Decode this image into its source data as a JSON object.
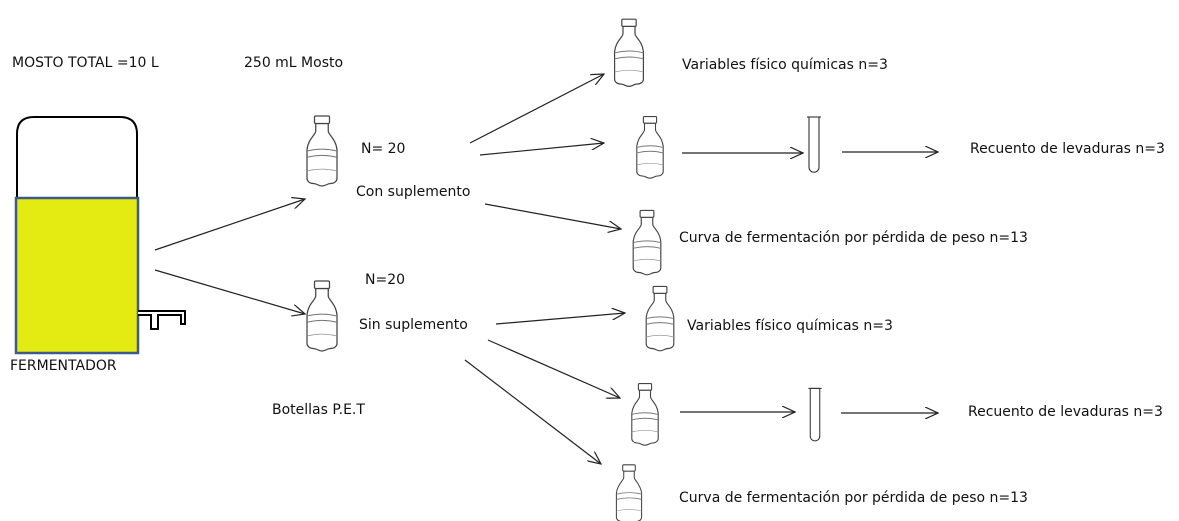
{
  "labels": {
    "mosto_total": "MOSTO TOTAL =10 L",
    "volume": "250 mL Mosto",
    "fermenter": "FERMENTADOR",
    "bottles": "Botellas P.E.T",
    "group1": {
      "count": "N= 20",
      "name": "Con suplemento"
    },
    "group2": {
      "count": "N=20",
      "name": "Sin suplemento"
    },
    "outputs1": {
      "physchem": "Variables físico químicas n=3",
      "yeast": "Recuento de levaduras n=3",
      "curve": "Curva de fermentación por pérdida de peso n=13"
    },
    "outputs2": {
      "physchem": "Variables físico químicas  n=3",
      "yeast": "Recuento de levaduras n=3",
      "curve": "Curva de fermentación por pérdida de peso n=13"
    }
  },
  "colors": {
    "fermenter_fill": "#e4eb12",
    "fermenter_border": "#3e5a8a",
    "line": "#222222"
  },
  "icons": [
    "fermenter-tank-icon",
    "pet-bottle-icon",
    "test-tube-icon",
    "arrow-icon"
  ]
}
